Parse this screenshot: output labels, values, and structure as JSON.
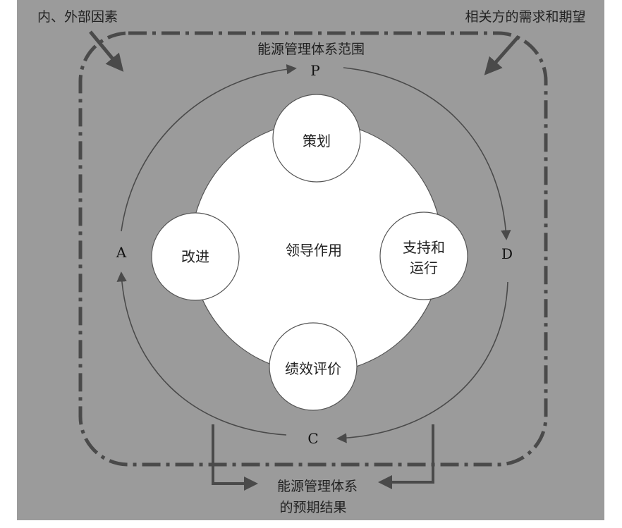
{
  "external_factors": "内、外部因素",
  "stakeholder_needs": "相关方的需求和期望",
  "scope_label": "能源管理体系范围",
  "pdca": {
    "p": "P",
    "d": "D",
    "c": "C",
    "a": "A"
  },
  "center": "领导作用",
  "nodes": {
    "plan": "策划",
    "support_line1": "支持和",
    "support_line2": "运行",
    "evaluation": "绩效评价",
    "improve": "改进"
  },
  "outcome_line1": "能源管理体系",
  "outcome_line2": "的预期结果",
  "colors": {
    "background": "#9b9b9b",
    "shape_fill": "#ffffff",
    "line": "#4a4a4a",
    "frame": "#ffffff"
  }
}
